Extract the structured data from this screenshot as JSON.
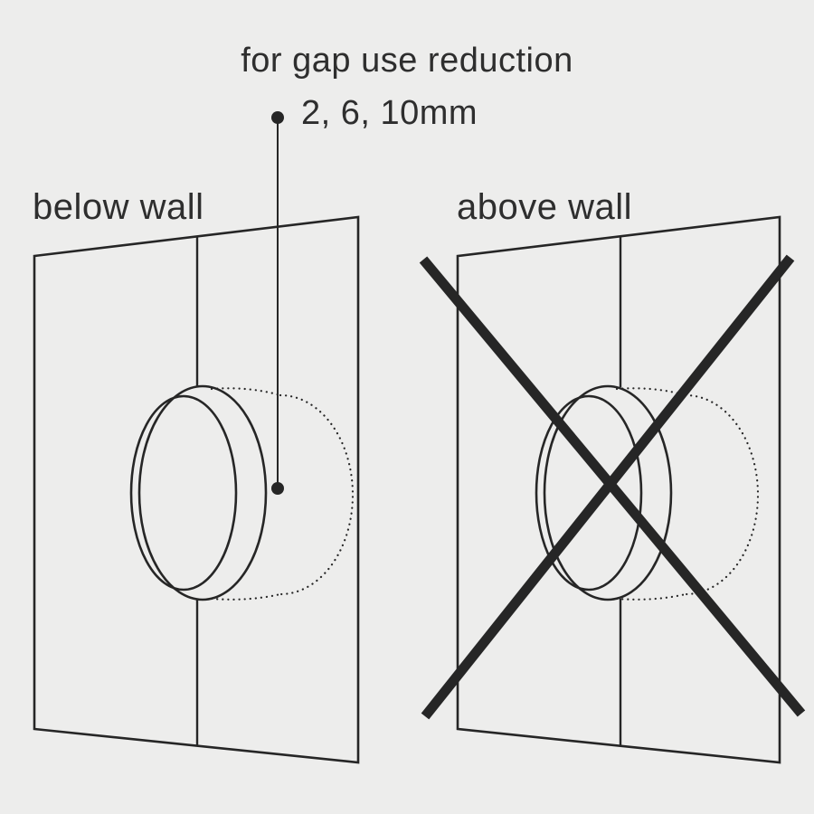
{
  "annotation": {
    "title": "for gap use reduction",
    "sizes": "2, 6, 10mm"
  },
  "panels": [
    {
      "label": "below wall",
      "status": "correct"
    },
    {
      "label": "above wall",
      "status": "incorrect"
    }
  ],
  "colors": {
    "background": "#ededec",
    "line": "#262626",
    "text": "#2e2e2e"
  }
}
